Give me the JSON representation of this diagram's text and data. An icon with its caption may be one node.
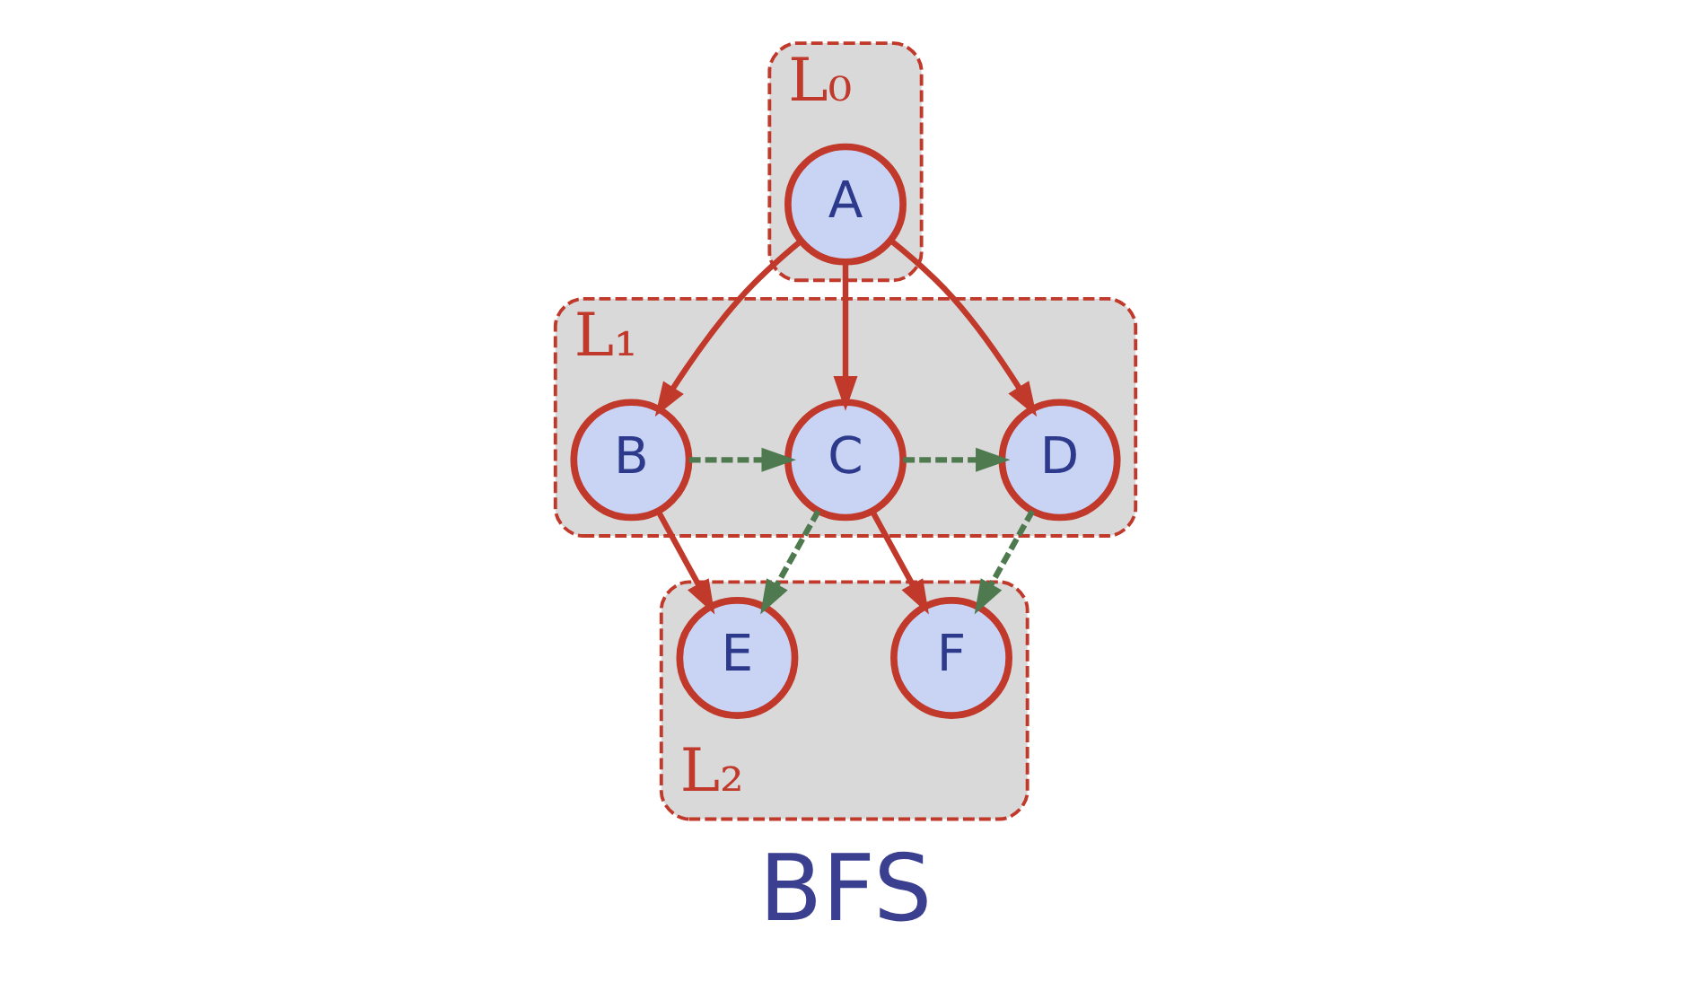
{
  "diagram": {
    "caption": "BFS",
    "nodes": [
      {
        "text": [
          "L₀"
        ]
      },
      {
        "text": [
          "A"
        ],
        "in": 0
      },
      {
        "text": [
          "L₁"
        ]
      },
      {
        "text": [
          "B"
        ],
        "in": 2
      },
      {
        "text": [
          "C"
        ],
        "in": 2
      },
      {
        "text": [
          "D"
        ],
        "in": 2
      },
      {
        "text": [
          "L₂"
        ]
      },
      {
        "text": [
          "E"
        ],
        "in": 6
      },
      {
        "text": [
          "F"
        ],
        "in": 6
      }
    ],
    "edges": [
      {
        "from": 1,
        "to": 3,
        "arrow": "to"
      },
      {
        "from": 1,
        "to": 4,
        "arrow": "to"
      },
      {
        "from": 1,
        "to": 5,
        "arrow": "to"
      },
      {
        "from": 3,
        "to": 4,
        "arrow": "to",
        "style": "dashed",
        "color": "#4f7a4f"
      },
      {
        "from": 4,
        "to": 5,
        "arrow": "to",
        "style": "dashed",
        "color": "#4f7a4f"
      },
      {
        "from": 3,
        "to": 7,
        "arrow": "to"
      },
      {
        "from": 4,
        "to": 7,
        "arrow": "to",
        "style": "dashed",
        "color": "#4f7a4f"
      },
      {
        "from": 4,
        "to": 8,
        "arrow": "to"
      },
      {
        "from": 5,
        "to": 8,
        "arrow": "to",
        "style": "dashed",
        "color": "#4f7a4f"
      }
    ]
  }
}
